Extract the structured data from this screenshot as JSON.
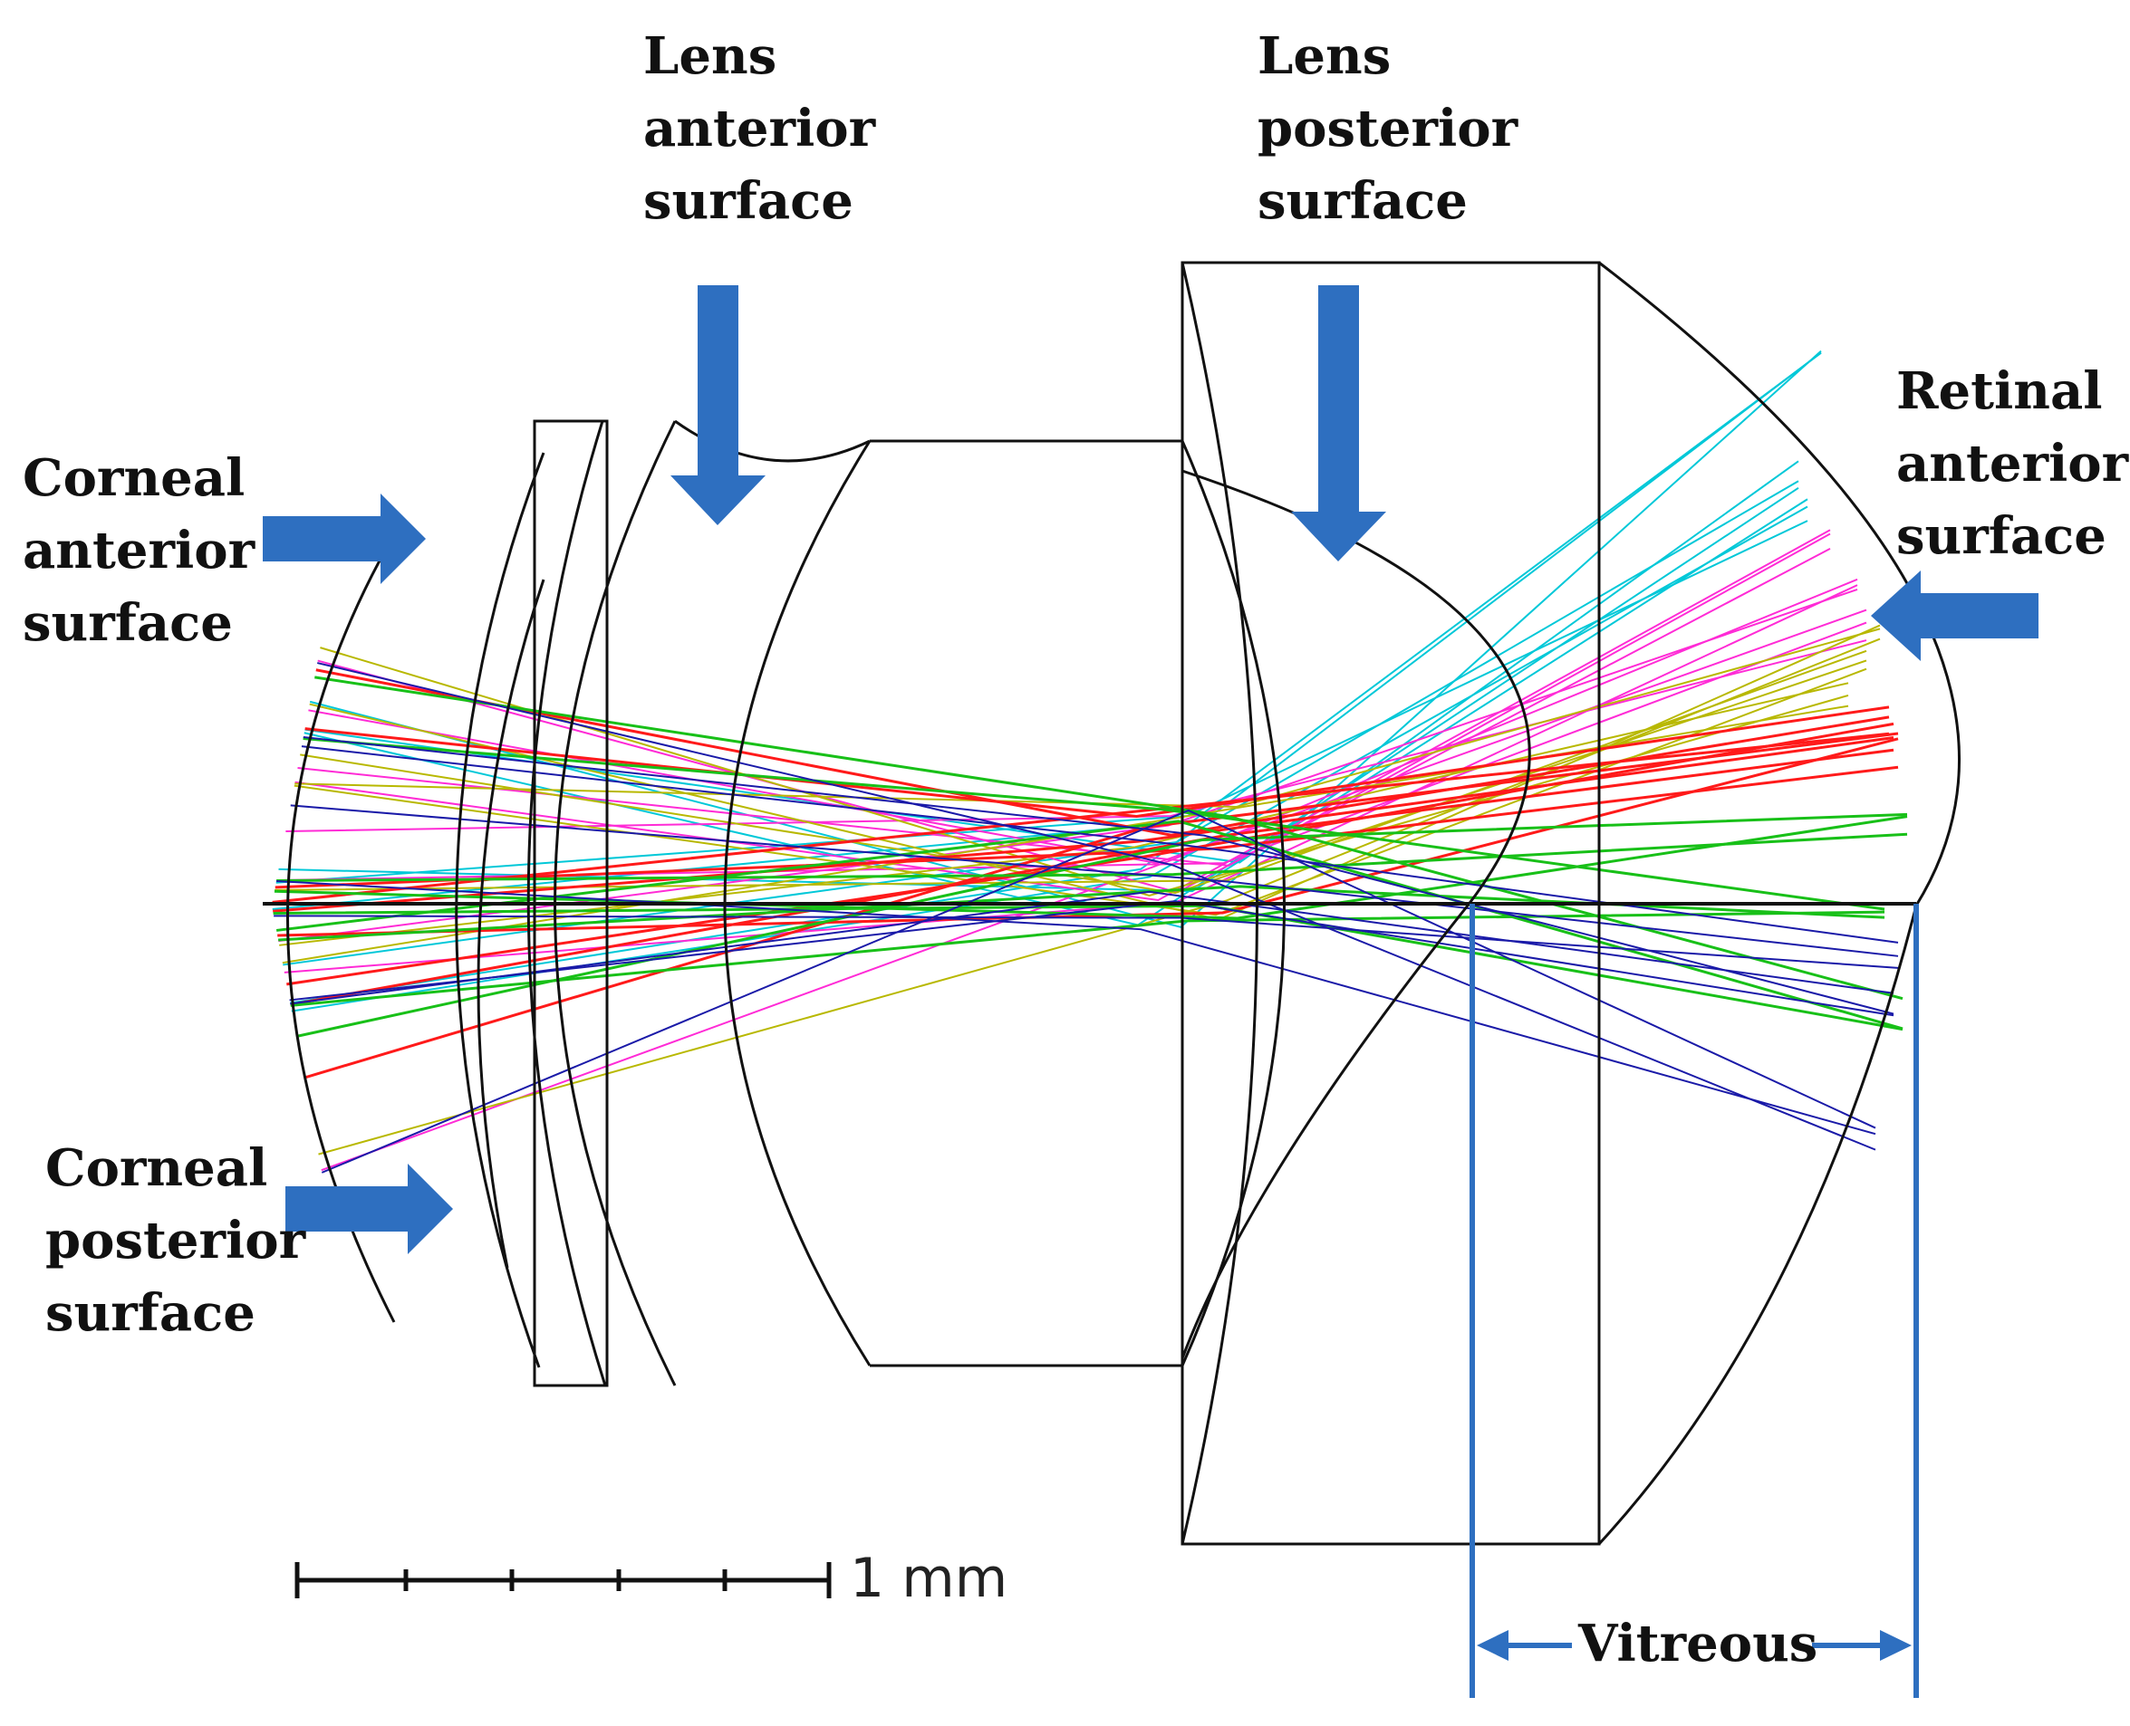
{
  "labels": {
    "lens_anterior": [
      "Lens",
      "anterior",
      "surface"
    ],
    "lens_posterior": [
      "Lens",
      "posterior",
      "surface"
    ],
    "corneal_anterior": [
      "Corneal",
      "anterior",
      "surface"
    ],
    "corneal_posterior": [
      "Corneal",
      "posterior",
      "surface"
    ],
    "retinal_anterior": [
      "Retinal",
      "anterior",
      "surface"
    ],
    "vitreous": "Vitreous"
  },
  "scale_bar": {
    "label": "1 mm"
  },
  "colors": {
    "arrow": "#2e6fc0",
    "outline": "#111111",
    "ray_colors": [
      "#00c8d8",
      "#ff2bd6",
      "#b8b800",
      "#ff1a1a",
      "#18c018",
      "#1a1aa8"
    ]
  }
}
